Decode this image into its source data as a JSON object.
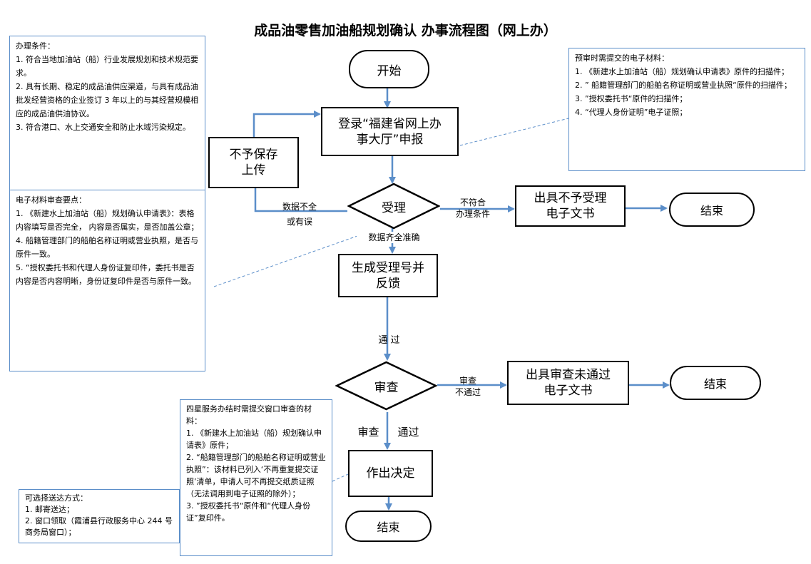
{
  "title": "成品油零售加油船规划确认 办事流程图（网上办）",
  "notes": {
    "conditions": [
      "办理条件：",
      "1. 符合当地加油站（船）行业发展规划和技术规范要求。",
      "2. 具有长期、稳定的成品油供应渠道，与具有成品油批发经营资格的企业签订 3 年以上的与其经营规模相应的成品油供油协议。",
      "3. 符合港口、水上交通安全和防止水域污染规定。"
    ],
    "review_points": [
      "电子材料审查要点：",
      "1. 《新建水上加油站（船）规划确认申请表》：表格内容填写是否完全， 内容是否属实，是否加盖公章；",
      "4.  船籍管理部门的船舶名称证明或营业执照，是否与原件一致。",
      "5. “授权委托书和代理人身份证复印件，委托书是否内容是否内容明晰，身份证复印件是否与原件一致。"
    ],
    "prereview_materials": [
      "预审时需提交的电子材料：",
      "1. 《新建水上加油站（船）规划确认申请表》原件的扫描件；",
      "2. ” 船籍管理部门的船舶名称证明或营业执照“原件的扫描件；",
      "3. ”授权委托书“原件的扫描件；",
      "4. “代理人身份证明”电子证照；"
    ],
    "window_materials": [
      "四星服务办结时需提交窗口审查的材料：",
      "1.  《新建水上加油站（船）规划确认申请表》原件；",
      "2. “船籍管理部门的船舶名称证明或营业执照”：该材料已列入‘不再重复提交证照’清单，申请人可不再提交纸质证照（无法调用到电子证照的除外）；",
      "3. ”授权委托书“原件和“代理人身份证”复印件。"
    ],
    "delivery": [
      "可选择送达方式：",
      "1. 邮寄送达；",
      "2. 窗口领取（霞浦县行政服务中心 244 号商务局窗口）；"
    ]
  },
  "nodes": {
    "start": "开始",
    "login": "登录“福建省网上办\n事大厅”申报",
    "not_saved": "不予保存\n上传",
    "accept": "受理",
    "reject_doc": "出具不予受理\n电子文书",
    "end1": "结束",
    "gen_number": "生成受理号并\n反馈",
    "review": "审查",
    "fail_doc": "出具审查未通过\n电子文书",
    "end2": "结束",
    "decision": "作出决定",
    "end3": "结束"
  },
  "edge_labels": {
    "incomplete": "数据不全\n或有误",
    "not_meet": "不符合\n办理条件",
    "complete": "数据齐全准确",
    "pass": "通  过",
    "review_fail": "审查\n不通过",
    "review_label": "审查",
    "pass_label": "通过"
  },
  "colors": {
    "arrow": "#5b8ec9",
    "border": "#000000",
    "note_border": "#5b8ec9"
  }
}
